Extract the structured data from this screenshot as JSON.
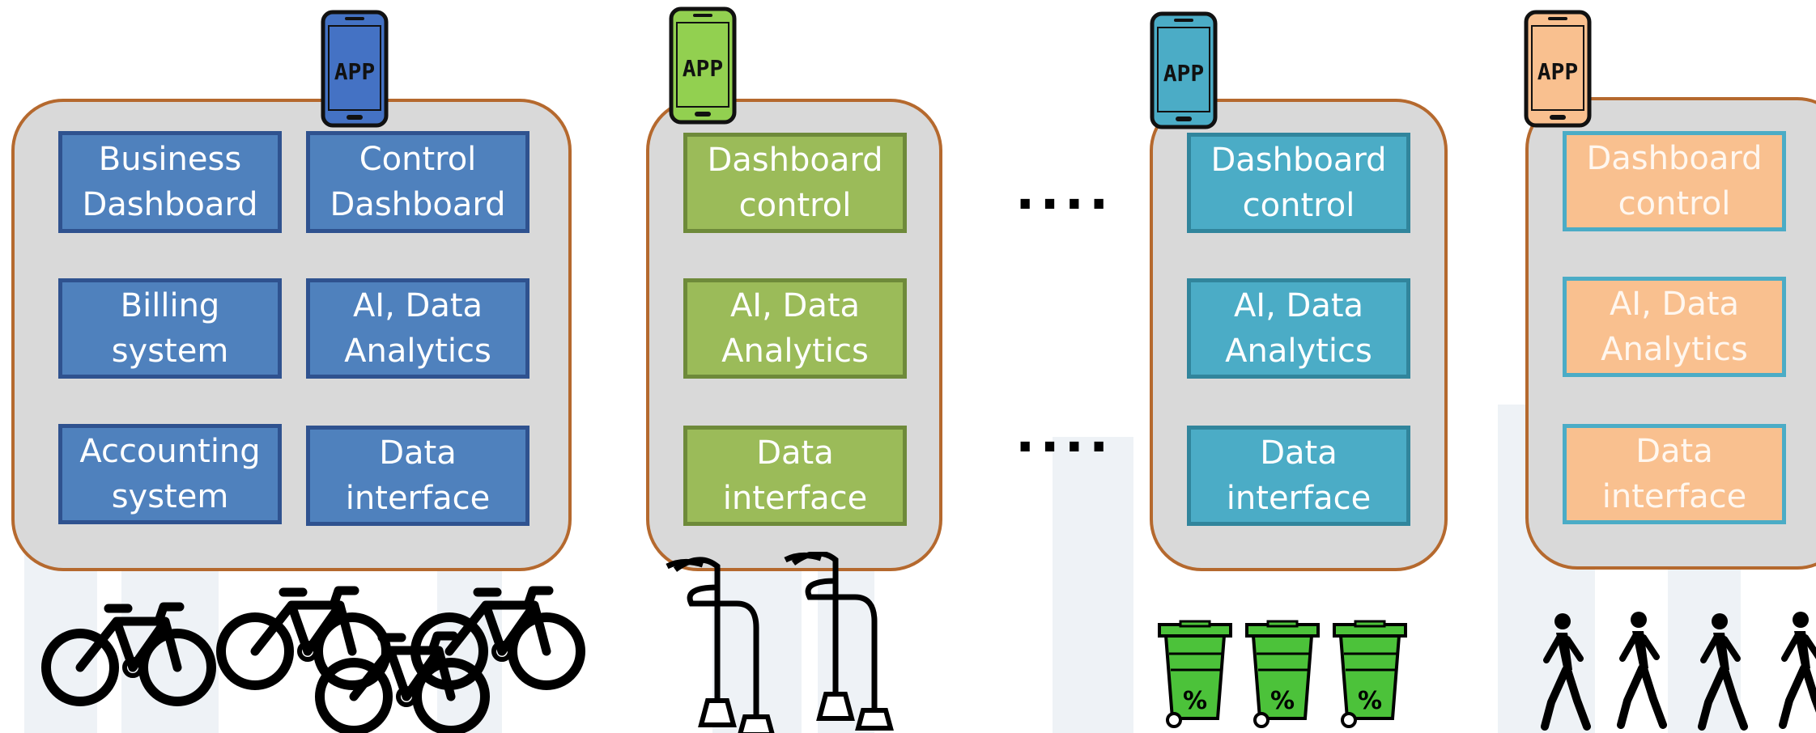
{
  "colors": {
    "panel_fill": "#d9d9d9",
    "panel_border": "#b5692e",
    "blue": "#4f81bd",
    "green": "#9bbb59",
    "teal": "#4bacc6",
    "peach": "#f9c08f",
    "phone_blue": "#4472c4",
    "phone_green": "#92d050",
    "phone_teal": "#4bacc6",
    "phone_peach": "#f9c08f",
    "bin_green": "#4cc23a"
  },
  "phone_label": "APP",
  "ellipsis": "....",
  "groups": [
    {
      "name": "bikes",
      "icon": "bicycle-icon",
      "boxes": [
        "Business\nDashboard",
        "Control\nDashboard",
        "Billing\nsystem",
        "AI, Data\nAnalytics",
        "Accounting\nsystem",
        "Data\ninterface"
      ]
    },
    {
      "name": "street-lights",
      "icon": "street-lamp-icon",
      "boxes": [
        "Dashboard\ncontrol",
        "AI, Data\nAnalytics",
        "Data\ninterface"
      ]
    },
    {
      "name": "waste-bins",
      "icon": "trash-bin-icon",
      "boxes": [
        "Dashboard\ncontrol",
        "AI, Data\nAnalytics",
        "Data\ninterface"
      ]
    },
    {
      "name": "pedestrians",
      "icon": "walking-person-icon",
      "boxes": [
        "Dashboard\ncontrol",
        "AI, Data\nAnalytics",
        "Data\ninterface"
      ]
    }
  ]
}
